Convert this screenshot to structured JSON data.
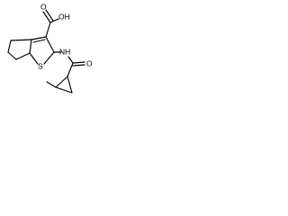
{
  "structure": {
    "labels": {
      "carboxyl": "OH",
      "carbonyl_oxygen_1": "O",
      "thiophene_sulfur": "S",
      "amide_nh": "NH",
      "carbonyl_oxygen_2": "O"
    },
    "colors": {
      "line": "#000000",
      "text": "#000000",
      "background": "#ffffff"
    }
  }
}
